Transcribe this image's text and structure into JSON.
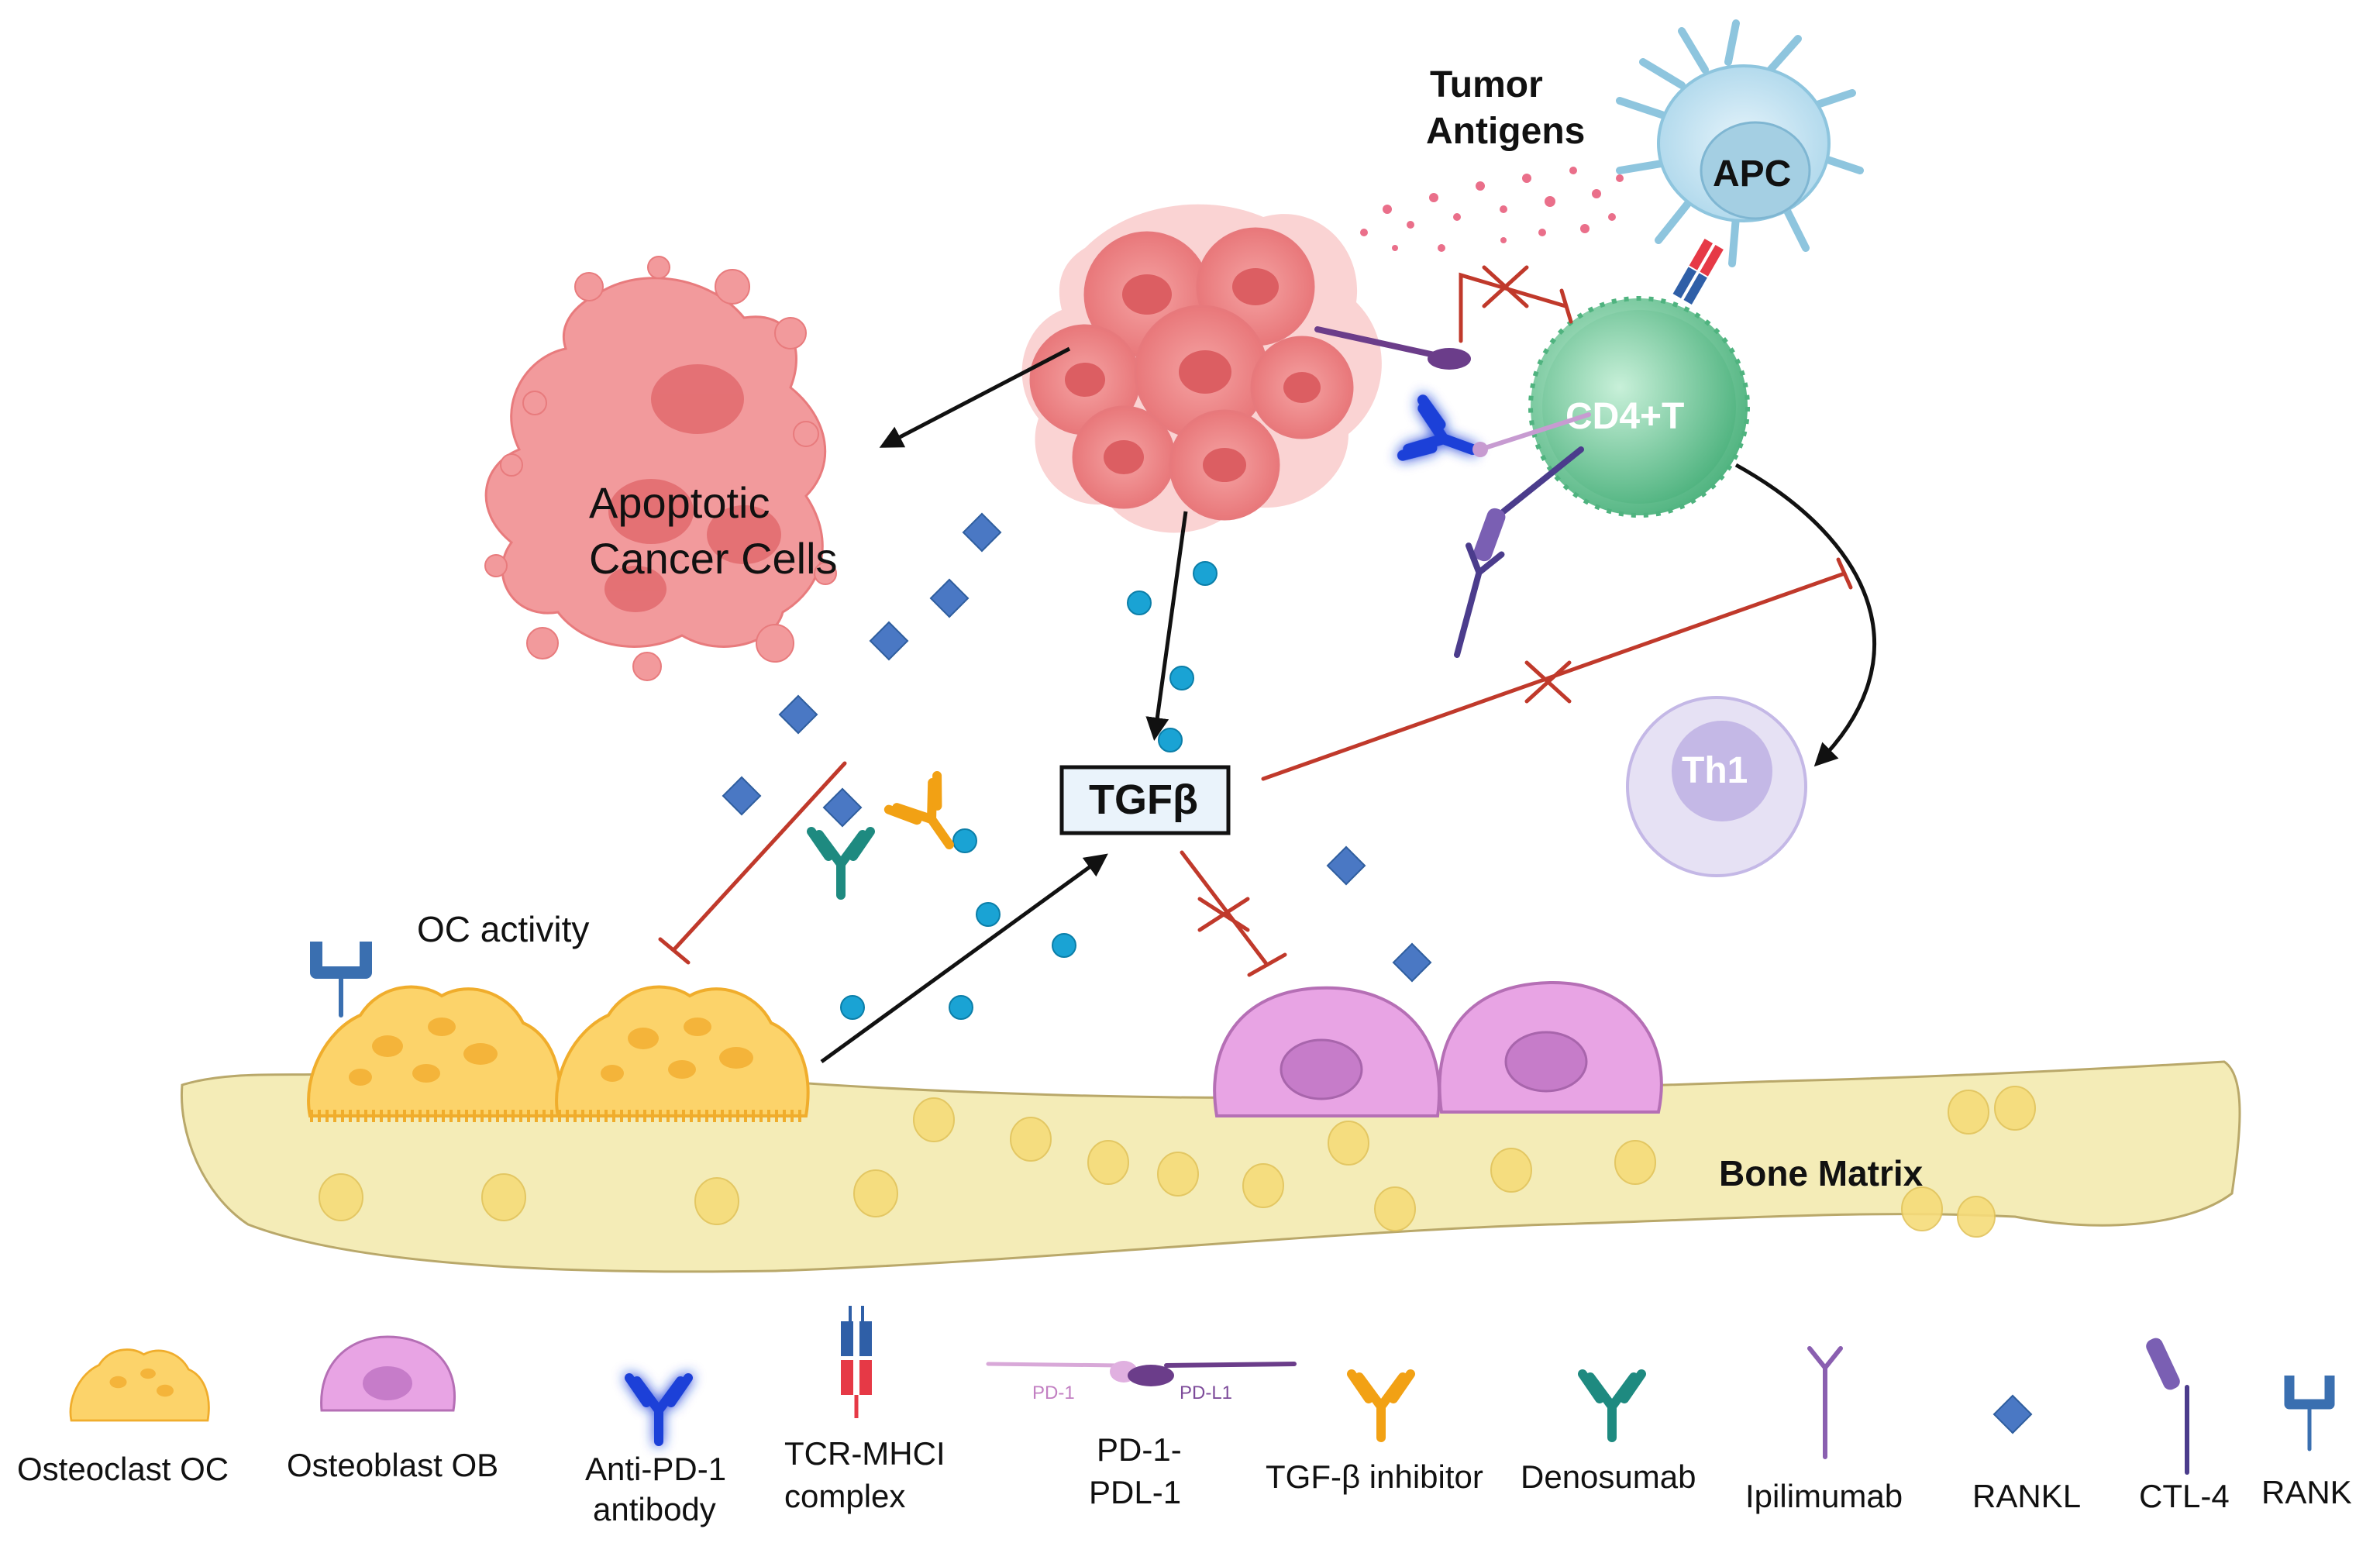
{
  "labels": {
    "tumor_antigens_line1": "Tumor",
    "tumor_antigens_line2": "Antigens",
    "apc": "APC",
    "cd4t": "CD4+T",
    "apoptotic_line1": "Apoptotic",
    "apoptotic_line2": "Cancer Cells",
    "tgfb": "TGFβ",
    "th1": "Th1",
    "oc_activity": "OC activity",
    "bone_matrix": "Bone Matrix"
  },
  "legend": {
    "osteoclast": "Osteoclast OC",
    "osteoblast": "Osteoblast OB",
    "anti_pd1_line1": "Anti-PD-1",
    "anti_pd1_line2": "antibody",
    "tcr_line1": "TCR-MHCI",
    "tcr_line2": "complex",
    "pd1_small": "PD-1",
    "pdl1_small": "PD-L1",
    "pd1pdl1_line1": "PD-1-",
    "pd1pdl1_line2": "PDL-1",
    "tgfb_inhibitor": "TGF-β inhibitor",
    "denosumab": "Denosumab",
    "ipilimumab": "Ipilimumab",
    "rankl": "RANKL",
    "ctl4": "CTL-4",
    "rank": "RANK"
  },
  "colors": {
    "tumor": "#e8777a",
    "apoptotic": "#f29a9c",
    "cd4t": "#7fd3a6",
    "apc": "#c9e6f3",
    "th1": "#d9d2ee",
    "osteoclast": "#fcd36a",
    "osteoblast": "#e8a4e4",
    "bone": "#f4ecb7",
    "inhibit": "#c0392b",
    "arrow": "#111111",
    "rankl": "#4a78c4",
    "tgfb_dot": "#1aa3d4",
    "anti_pd1": "#1b3fd8",
    "tgfb_inhibitor": "#f2a114",
    "denosumab": "#1e8a80",
    "ipilimumab": "#8a5fb0",
    "ctl4": "#4b3c8c",
    "rank": "#3a6fb0"
  }
}
